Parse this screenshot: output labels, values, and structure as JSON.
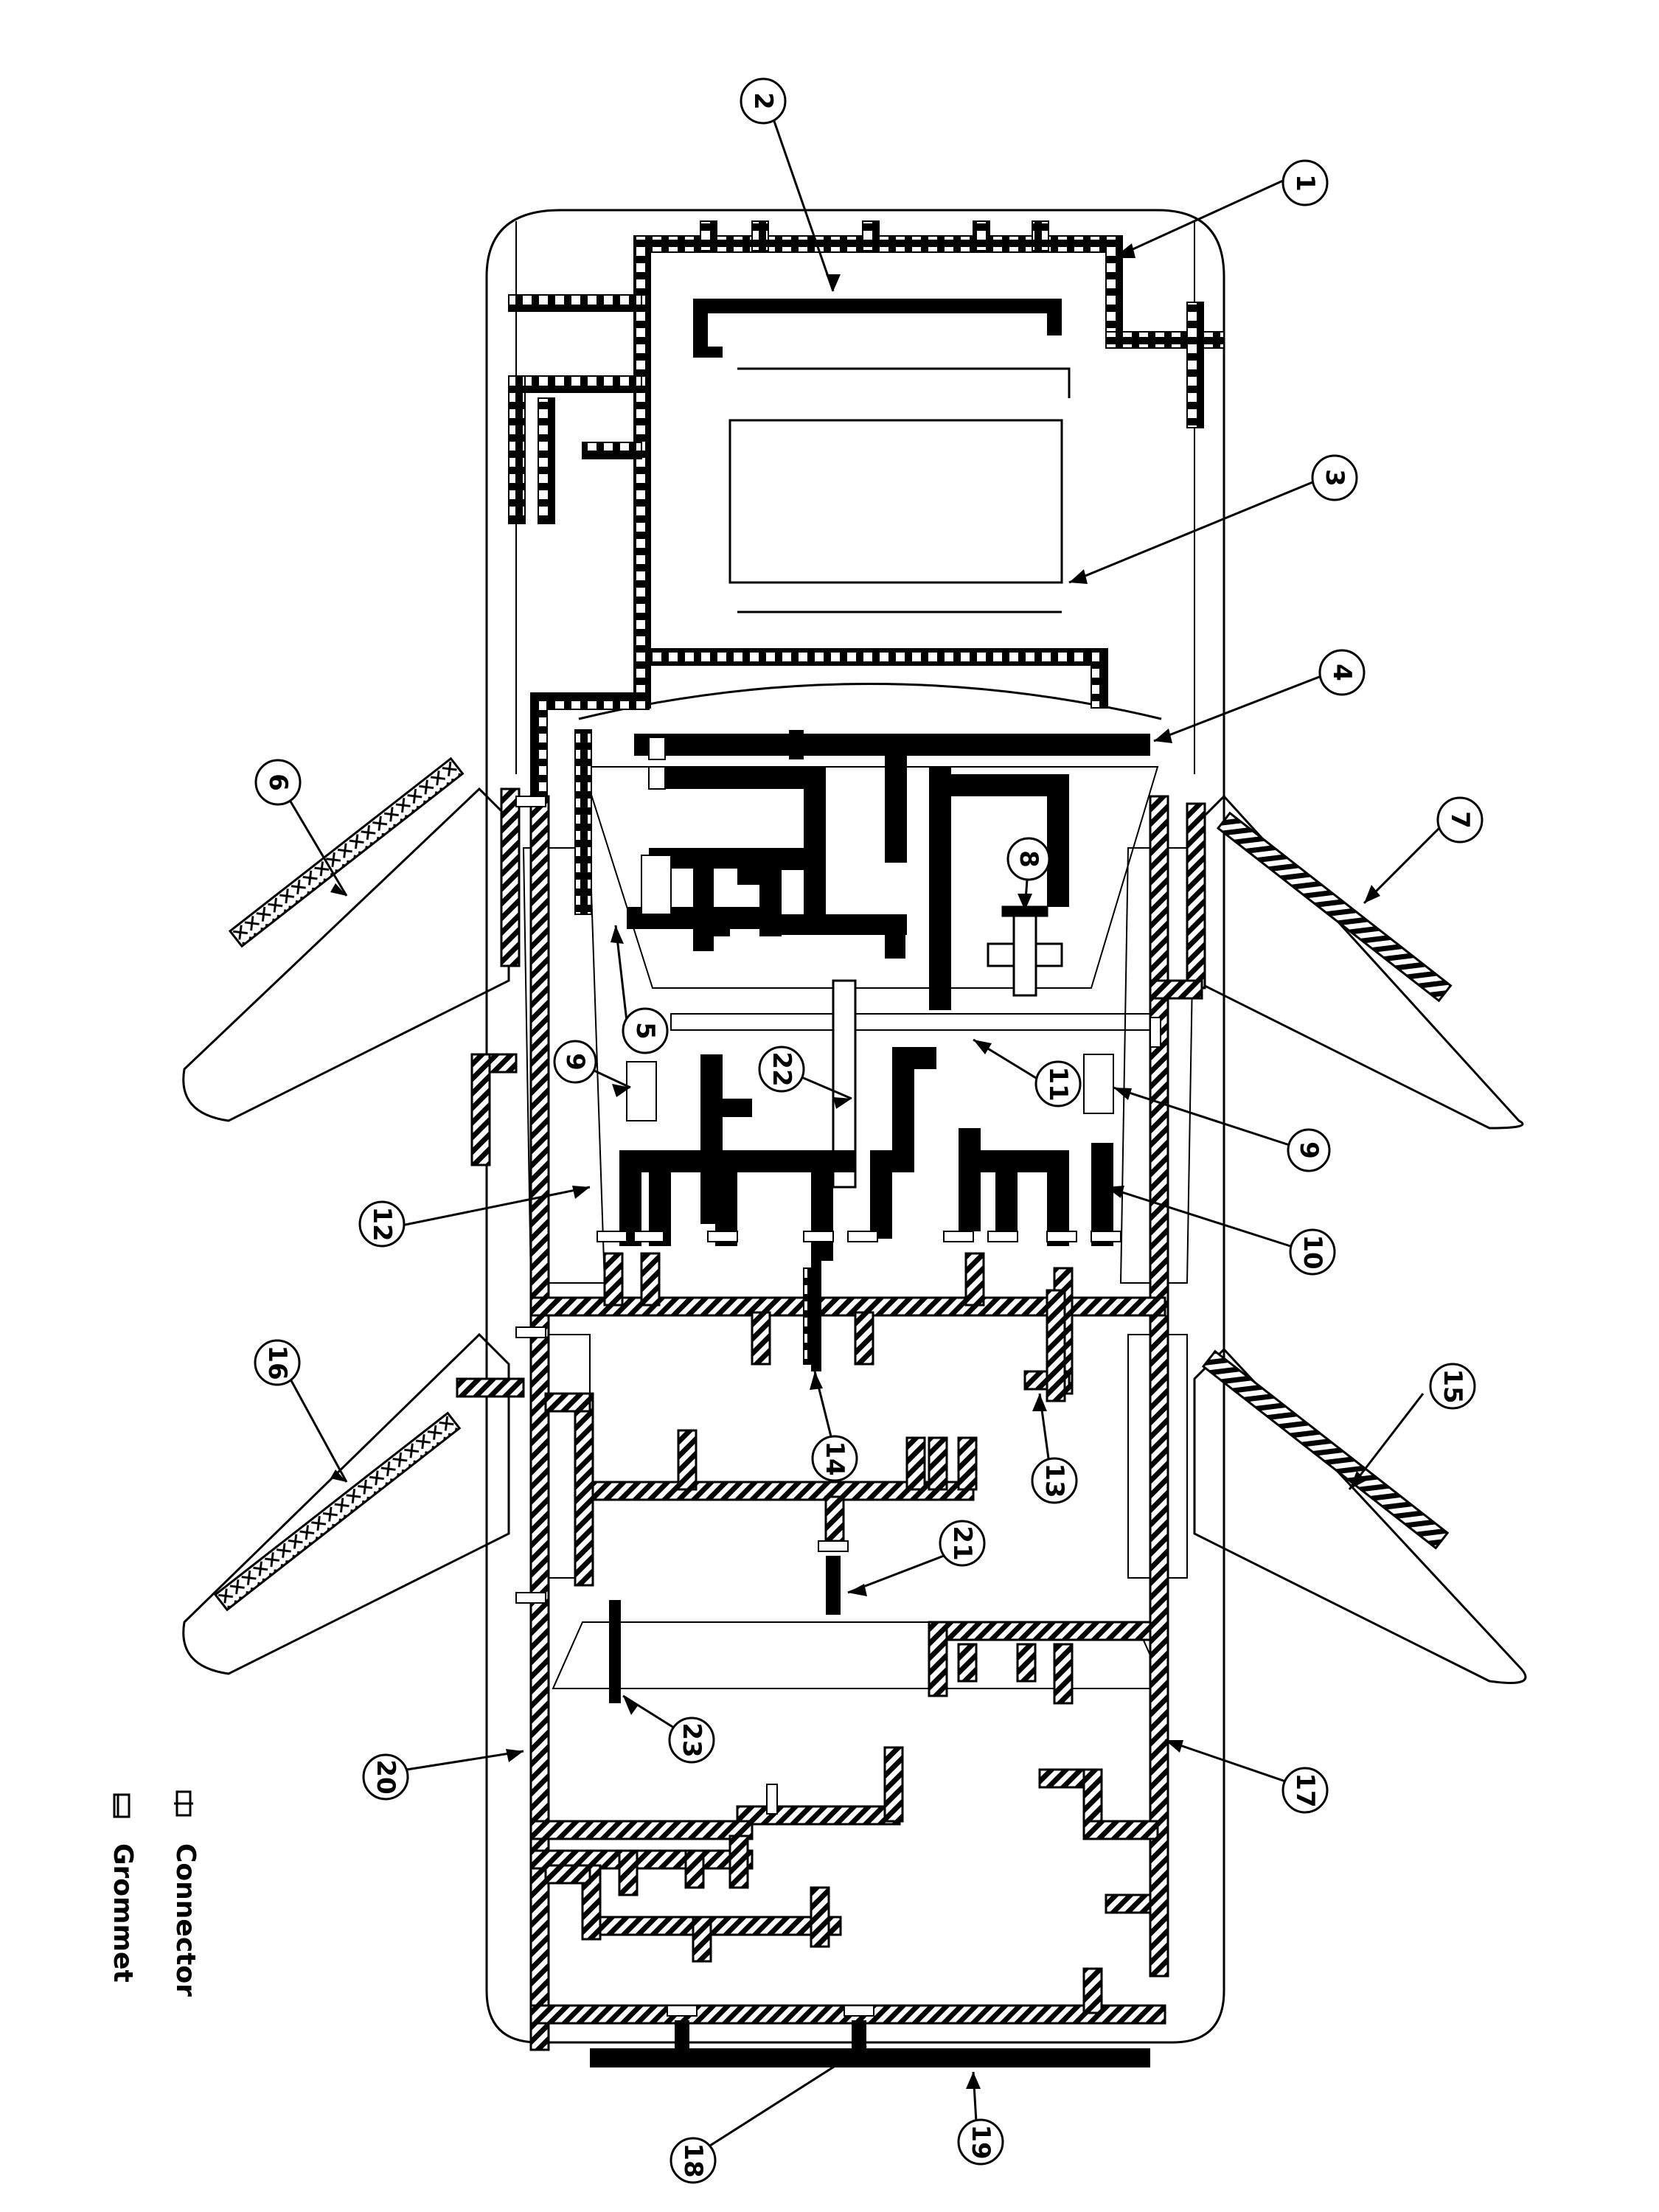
{
  "callouts": [
    {
      "id": "c1",
      "label": "1"
    },
    {
      "id": "c2",
      "label": "2"
    },
    {
      "id": "c3",
      "label": "3"
    },
    {
      "id": "c4",
      "label": "4"
    },
    {
      "id": "c5",
      "label": "5"
    },
    {
      "id": "c6",
      "label": "6"
    },
    {
      "id": "c7",
      "label": "7"
    },
    {
      "id": "c8",
      "label": "8"
    },
    {
      "id": "c9a",
      "label": "9"
    },
    {
      "id": "c9b",
      "label": "9"
    },
    {
      "id": "c10",
      "label": "10"
    },
    {
      "id": "c11",
      "label": "11"
    },
    {
      "id": "c12",
      "label": "12"
    },
    {
      "id": "c13",
      "label": "13"
    },
    {
      "id": "c14",
      "label": "14"
    },
    {
      "id": "c15",
      "label": "15"
    },
    {
      "id": "c16",
      "label": "16"
    },
    {
      "id": "c17",
      "label": "17"
    },
    {
      "id": "c18",
      "label": "18"
    },
    {
      "id": "c19",
      "label": "19"
    },
    {
      "id": "c20",
      "label": "20"
    },
    {
      "id": "c21",
      "label": "21"
    },
    {
      "id": "c22",
      "label": "22"
    },
    {
      "id": "c23",
      "label": "23"
    }
  ],
  "legend": {
    "connector_label": "Connector",
    "grommet_label": "Grommet"
  },
  "colors": {
    "line": "#000000",
    "background": "#ffffff"
  }
}
